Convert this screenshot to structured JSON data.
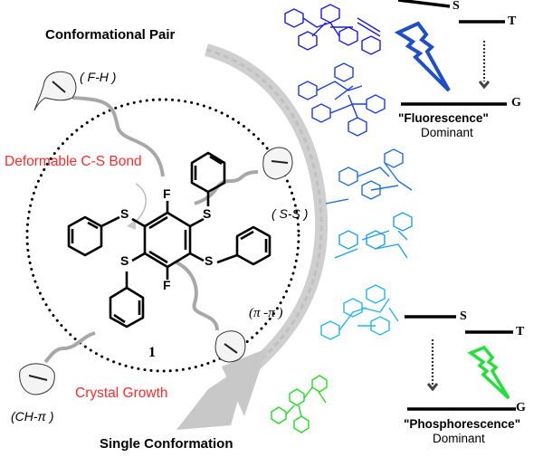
{
  "labels": {
    "top_title": "Conformational Pair",
    "bottom_title": "Single Conformation",
    "deformable": "Deformable C-S Bond",
    "crystal_growth": "Crystal Growth",
    "compound_number": "1"
  },
  "interactions": [
    {
      "id": "f-h",
      "label": "( F-H )"
    },
    {
      "id": "s-s",
      "label": "( S-S )"
    },
    {
      "id": "pi-pi",
      "label": "(π -π )"
    },
    {
      "id": "ch-pi",
      "label": "(CH-π )"
    }
  ],
  "molecule": {
    "atoms": {
      "fluorine": "F",
      "sulfur": "S"
    }
  },
  "energy_diagrams": [
    {
      "id": "fluorescence",
      "levels": {
        "singlet": "S",
        "triplet": "T",
        "ground": "G"
      },
      "emission": "\"Fluorescence\"",
      "status": "Dominant",
      "bolt_color": "#1f4fc8"
    },
    {
      "id": "phosphorescence",
      "levels": {
        "singlet": "S",
        "triplet": "T",
        "ground": "G"
      },
      "emission": "\"Phosphorescence\"",
      "status": "Dominant",
      "bolt_color": "#22e03a"
    }
  ],
  "colors": {
    "accent_red": "#ff2a2a",
    "crystal_blue_dark": "#1a1ae6",
    "crystal_blue_mid": "#1f6fe0",
    "crystal_blue_light": "#1fb0ee",
    "crystal_green": "#22dd22",
    "arrow_gray": "#c8c8c8"
  }
}
